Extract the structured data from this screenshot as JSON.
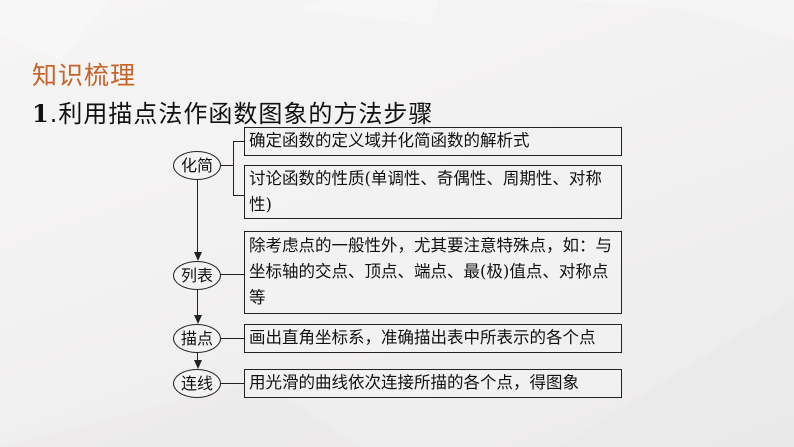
{
  "section": {
    "title": "知识梳理",
    "title_color": "#c8642a"
  },
  "heading": {
    "number": "1",
    "text": ".利用描点法作函数图象的方法步骤"
  },
  "flow": {
    "steps": [
      {
        "label": "化简",
        "details": [
          "确定函数的定义域并化简函数的解析式",
          "讨论函数的性质(单调性、奇偶性、周期性、对称性)"
        ]
      },
      {
        "label": "列表",
        "details": [
          "除考虑点的一般性外，尤其要注意特殊点，如：与坐标轴的交点、顶点、端点、最(极)值点、对称点等"
        ]
      },
      {
        "label": "描点",
        "details": [
          "画出直角坐标系，准确描出表中所表示的各个点"
        ]
      },
      {
        "label": "连线",
        "details": [
          "用光滑的曲线依次连接所描的各个点，得图象"
        ]
      }
    ]
  }
}
